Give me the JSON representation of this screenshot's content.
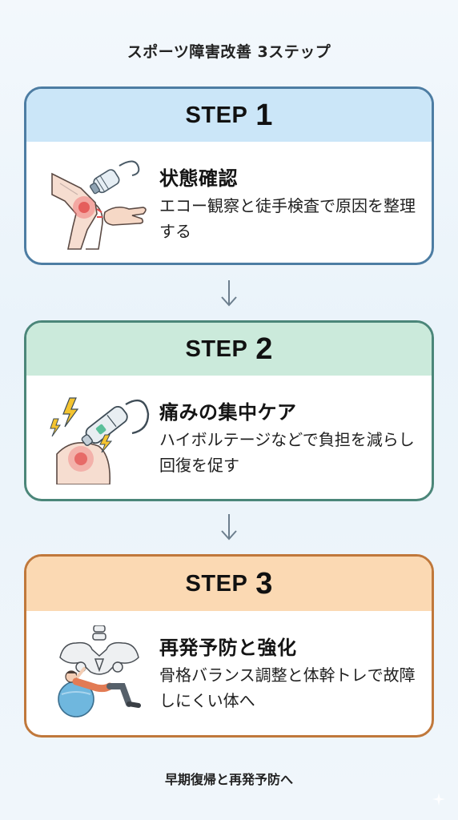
{
  "title": "スポーツ障害改善 3ステップ",
  "steps": [
    {
      "step_label": "STEP",
      "number": "1",
      "title": "状態確認",
      "description": "エコー観察と徒手検査で原因を整理する",
      "icon": "ultrasound-knee-icon",
      "header_color": "#cbe6f8",
      "border_color": "#4d7da3"
    },
    {
      "step_label": "STEP",
      "number": "2",
      "title": "痛みの集中ケア",
      "description": "ハイボルテージなどで負担を減らし回復を促す",
      "icon": "electro-therapy-icon",
      "header_color": "#cbeadb",
      "border_color": "#4b8679"
    },
    {
      "step_label": "STEP",
      "number": "3",
      "title": "再発予防と強化",
      "description": "骨格バランス調整と体幹トレで故障しにくい体へ",
      "icon": "pelvis-training-icon",
      "header_color": "#fbd9b3",
      "border_color": "#c0783b"
    }
  ],
  "footer": "早期復帰と再発予防へ"
}
